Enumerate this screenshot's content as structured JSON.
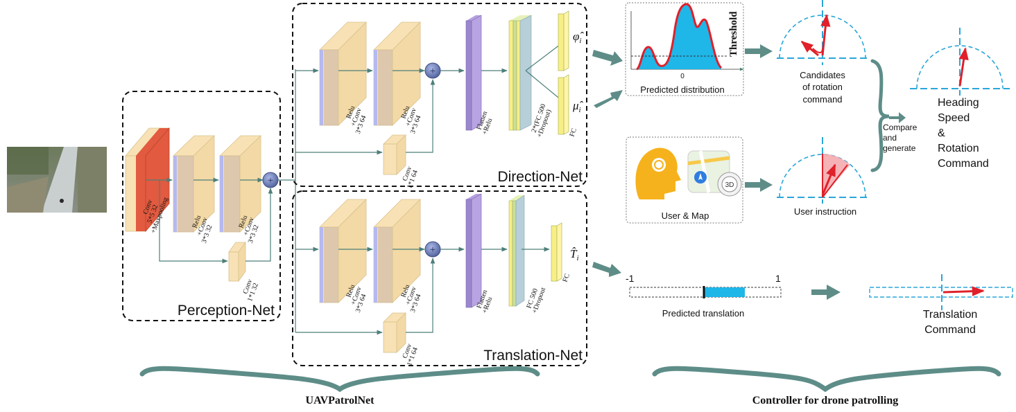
{
  "uavpatrolnet": {
    "perception_net": {
      "title": "Perception-Net",
      "layers": [
        "Conv",
        "5*5 32",
        "+Maxpooling"
      ],
      "block1": [
        "Relu",
        "+Conv",
        "3*3 32"
      ],
      "block2": [
        "Relu",
        "+Conv",
        "3*3 32"
      ],
      "shortcut": [
        "Conv",
        "1*1 32"
      ]
    },
    "direction_net": {
      "title": "Direction-Net",
      "block1": [
        "Relu",
        "+Conv",
        "3*3 64"
      ],
      "block2": [
        "Relu",
        "+Conv",
        "3*3 64"
      ],
      "shortcut": [
        "Conv",
        "1*1 64"
      ],
      "flatten": [
        "Flatten",
        "+Relu"
      ],
      "fc_dropout": [
        "2*(FC 500",
        "+Dropout)"
      ],
      "fc": "FC",
      "outputs": [
        "φ̂",
        "μ̂"
      ],
      "output_subscript": "i"
    },
    "translation_net": {
      "title": "Translation-Net",
      "block1": [
        "Relu",
        "+Conv",
        "3*3 64"
      ],
      "block2": [
        "Relu",
        "+Conv",
        "3*3 64"
      ],
      "shortcut": [
        "Conv",
        "1*1 64"
      ],
      "flatten": [
        "Flatten",
        "+Relu"
      ],
      "fc_dropout": [
        "FC 500",
        "+Dropout"
      ],
      "fc": "FC",
      "output": "T̂",
      "output_subscript": "i"
    },
    "brace_label": "UAVPatrolNet"
  },
  "controller": {
    "threshold_label": "Threshold",
    "zero_tick": "0",
    "predicted_distribution": "Predicted distribution",
    "candidates": [
      "Candidates",
      "of rotation",
      "command"
    ],
    "user_map": "User & Map",
    "map_3d": "3D",
    "user_instruction": "User instruction",
    "compare": [
      "Compare",
      "and",
      "generate"
    ],
    "heading_command": [
      "Heading",
      "Speed",
      "&",
      "Rotation",
      "Command"
    ],
    "translation_min": "-1",
    "translation_max": "1",
    "predicted_translation": "Predicted translation",
    "translation_command": [
      "Translation",
      "Command"
    ],
    "brace_label": "Controller for drone patrolling"
  },
  "colors": {
    "arrow_teal": "#5e8d88",
    "line_teal": "#4d7f79",
    "conv_fill": "#f8e1b4",
    "conv_red": "#e25a3f",
    "conv_side": "#c9b8ae",
    "blue_layer": "#b6b9ee",
    "purple_layer": "#9a87cc",
    "fc_yellow": "#f7ef86",
    "cyan": "#1fb6e8",
    "red": "#e0202a",
    "dash_blue": "#2aa6d8",
    "add_node": "#5a6fa8"
  }
}
